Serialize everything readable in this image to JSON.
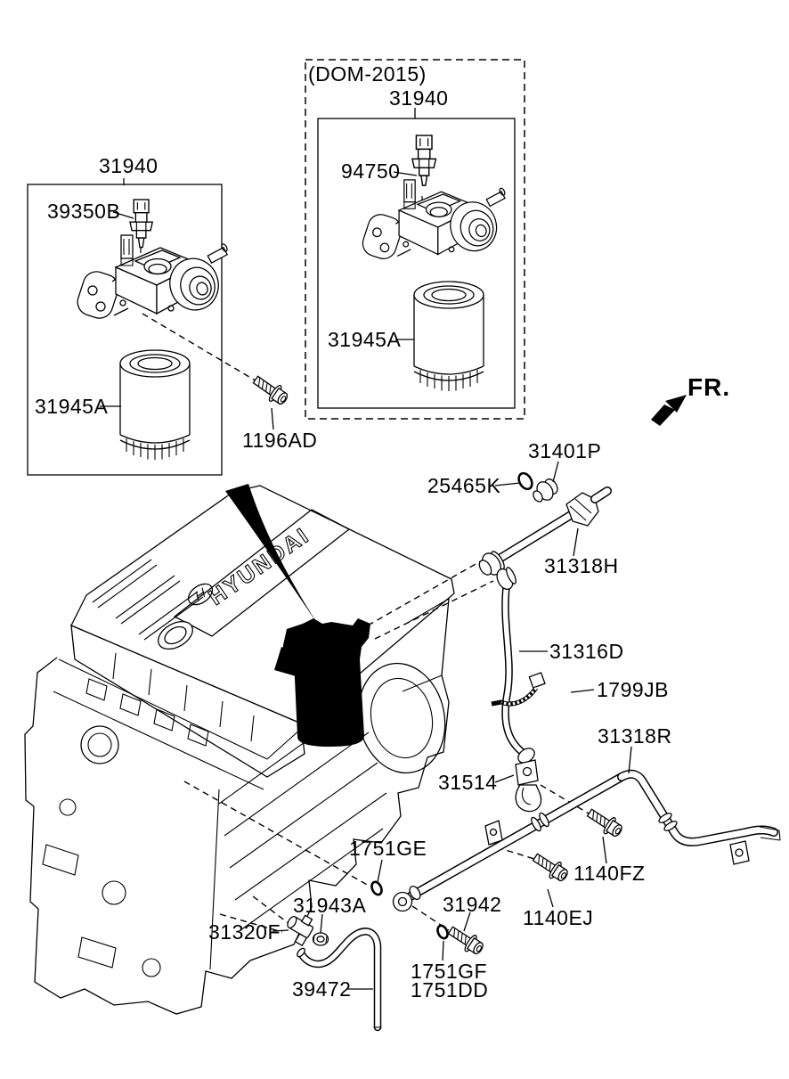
{
  "diagram": {
    "background": "#ffffff",
    "line_color": "#000000",
    "direction_indicator": {
      "label": "FR.",
      "icon": "fr-direction-arrow"
    },
    "engine": {
      "badge": "HYUNDAI"
    },
    "insets": {
      "left_box": {
        "assembly": {
          "part": "31940"
        },
        "callouts": [
          {
            "part": "39350B"
          },
          {
            "part": "31945A"
          }
        ]
      },
      "dom_box": {
        "caption": "(DOM-2015)",
        "assembly": {
          "part": "31940"
        },
        "callouts": [
          {
            "part": "94750"
          },
          {
            "part": "31945A"
          }
        ]
      }
    },
    "callouts": [
      {
        "part": "1196AD"
      },
      {
        "part": "31401P"
      },
      {
        "part": "25465K"
      },
      {
        "part": "31318H"
      },
      {
        "part": "31316D"
      },
      {
        "part": "1799JB"
      },
      {
        "part": "31318R"
      },
      {
        "part": "31514"
      },
      {
        "part": "1751GE"
      },
      {
        "part": "31943A"
      },
      {
        "part": "31320F"
      },
      {
        "part": "39472"
      },
      {
        "part": "31942"
      },
      {
        "part": "1751GF"
      },
      {
        "part": "1751DD"
      },
      {
        "part": "1140FZ"
      },
      {
        "part": "1140EJ"
      }
    ]
  }
}
